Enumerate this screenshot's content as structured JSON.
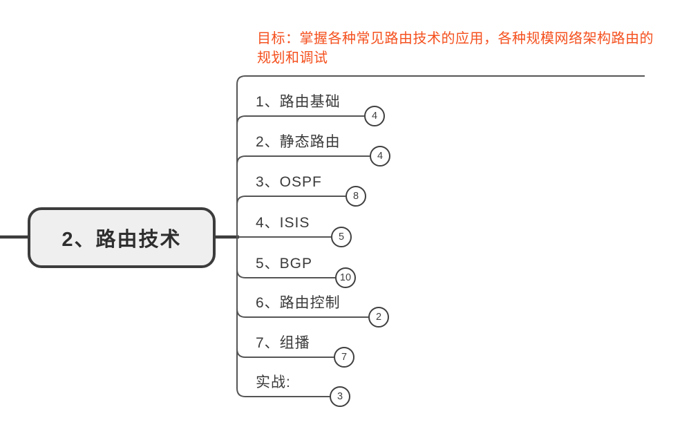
{
  "goal_note": {
    "text": "目标：掌握各种常见路由技术的应用，各种规模网络架构路由的规划和调试"
  },
  "root_topic": {
    "label": "2、路由技术"
  },
  "branches": [
    {
      "label": "1、路由基础",
      "collapsed_count": "4"
    },
    {
      "label": "2、静态路由",
      "collapsed_count": "4"
    },
    {
      "label": "3、OSPF",
      "collapsed_count": "8"
    },
    {
      "label": "4、ISIS",
      "collapsed_count": "5"
    },
    {
      "label": "5、BGP",
      "collapsed_count": "10"
    },
    {
      "label": "6、路由控制",
      "collapsed_count": "2"
    },
    {
      "label": "7、组播",
      "collapsed_count": "7"
    },
    {
      "label": "实战:",
      "collapsed_count": "3"
    }
  ],
  "colors": {
    "goal_text": "#F4501E",
    "node_border": "#3C3C3C",
    "node_fill": "#EFEFEF",
    "line": "#545454",
    "topic_text": "#3A3A3A",
    "badge_border": "#3F3F3F",
    "background": "#FFFFFF"
  }
}
